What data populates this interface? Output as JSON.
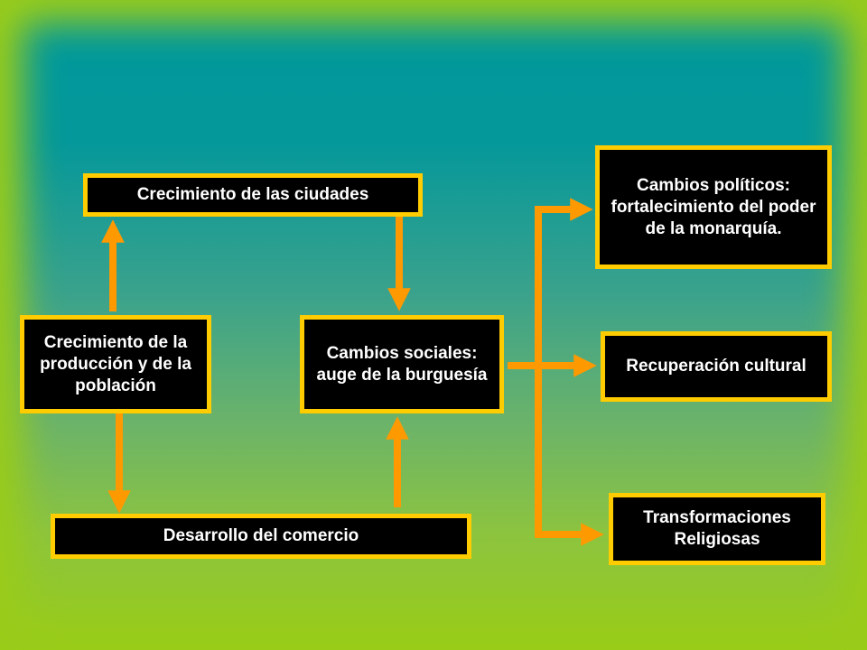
{
  "diagram": {
    "nodes": {
      "crecimiento_ciudades": "Crecimiento de las ciudades",
      "crecimiento_produccion": "Crecimiento de la producción y de la población",
      "cambios_sociales": "Cambios sociales: auge de la burguesía",
      "desarrollo_comercio": "Desarrollo del comercio",
      "cambios_politicos": "Cambios políticos: fortalecimiento del poder de la monarquía.",
      "recuperacion_cultural": "Recuperación cultural",
      "transformaciones_religiosas": "Transformaciones Religiosas"
    },
    "colors": {
      "box_fill": "#000000",
      "box_border": "#ffcc00",
      "box_text": "#ffffff",
      "arrow": "#ff9900"
    },
    "edges": [
      {
        "from": "crecimiento_produccion",
        "to": "crecimiento_ciudades"
      },
      {
        "from": "crecimiento_ciudades",
        "to": "cambios_sociales"
      },
      {
        "from": "crecimiento_produccion",
        "to": "desarrollo_comercio"
      },
      {
        "from": "desarrollo_comercio",
        "to": "cambios_sociales"
      },
      {
        "from": "cambios_sociales",
        "to": "cambios_politicos"
      },
      {
        "from": "cambios_sociales",
        "to": "recuperacion_cultural"
      },
      {
        "from": "cambios_sociales",
        "to": "transformaciones_religiosas"
      }
    ]
  }
}
